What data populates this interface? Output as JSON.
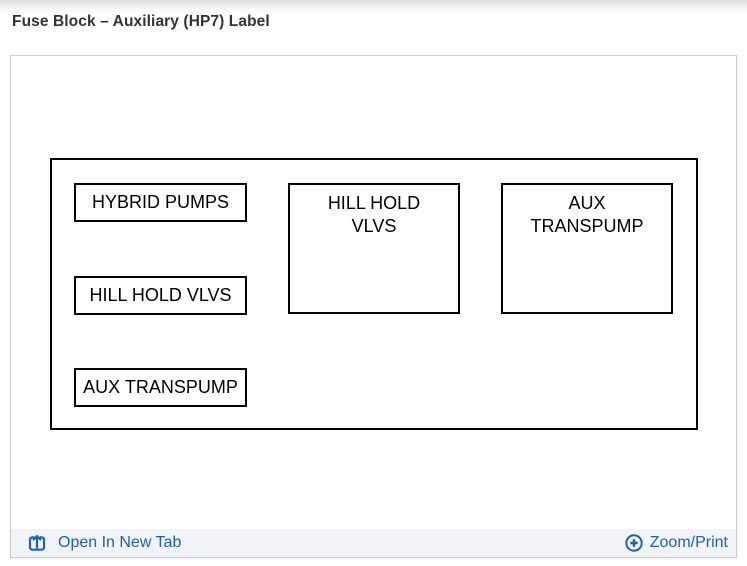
{
  "page": {
    "title": "Fuse Block – Auxiliary (HP7) Label"
  },
  "diagram": {
    "boxes": [
      {
        "label": "HYBRID PUMPS"
      },
      {
        "label": "HILL HOLD VLVS"
      },
      {
        "label": "AUX TRANSPUMP"
      },
      {
        "label": "HILL HOLD\nVLVS"
      },
      {
        "label": "AUX\nTRANSPUMP"
      }
    ]
  },
  "footer": {
    "open_in_new_tab_label": "Open In New Tab",
    "zoom_print_label": "Zoom/Print",
    "icons": {
      "open_in_new_tab": "box-arrow-up-icon",
      "zoom_print": "circle-plus-icon"
    }
  },
  "colors": {
    "link_blue": "#1e62a9",
    "title_text": "#333333",
    "diagram_line": "#000000",
    "panel_border": "#cbcbcb",
    "footer_background": "#f2f3f7"
  }
}
